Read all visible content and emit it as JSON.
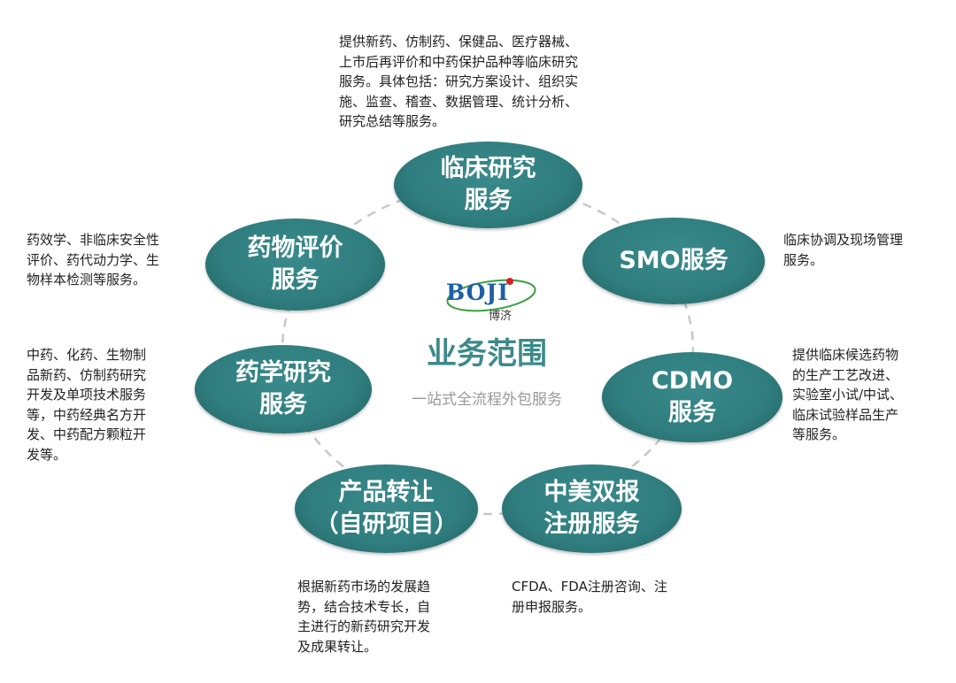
{
  "center": {
    "logo_en": "BOJI",
    "logo_cn": "博济",
    "title": "业务范围",
    "subtitle": "一站式全流程外包服务"
  },
  "nodes": [
    {
      "line1": "临床研究",
      "line2": "服务",
      "desc": "提供新药、仿制药、保健品、医疗器械、\n上市后再评价和中药保护品种等临床研究\n服务。具体包括：研究方案设计、组织实\n施、监查、稽查、数据管理、统计分析、\n研究总结等服务。"
    },
    {
      "line1": "SMO服务",
      "line2": "",
      "desc": "临床协调及现场管理\n服务。"
    },
    {
      "line1": "CDMO",
      "line2": "服务",
      "desc": "提供临床候选药物\n的生产工艺改进、\n实验室小试/中试、\n临床试验样品生产\n等服务。"
    },
    {
      "line1": "中美双报",
      "line2": "注册服务",
      "desc": "CFDA、FDA注册咨询、注\n册申报服务。"
    },
    {
      "line1": "产品转让",
      "line2": "（自研项目）",
      "desc": "根据新药市场的发展趋\n势，结合技术专长，自\n主进行的新药研究开发\n及成果转让。"
    },
    {
      "line1": "药学研究",
      "line2": "服务",
      "desc": "中药、化药、生物制\n品新药、仿制药研究\n开发及单项技术服务\n等，中药经典名方开\n发、中药配方颗粒开\n发等。"
    },
    {
      "line1": "药物评价",
      "line2": "服务",
      "desc": "药效学、非临床安全性\n评价、药代动力学、生\n物样本检测等服务。"
    }
  ],
  "colors": {
    "node": "#2f7d7e",
    "title": "#3d8a8a",
    "logo": "#1b5fa8"
  }
}
